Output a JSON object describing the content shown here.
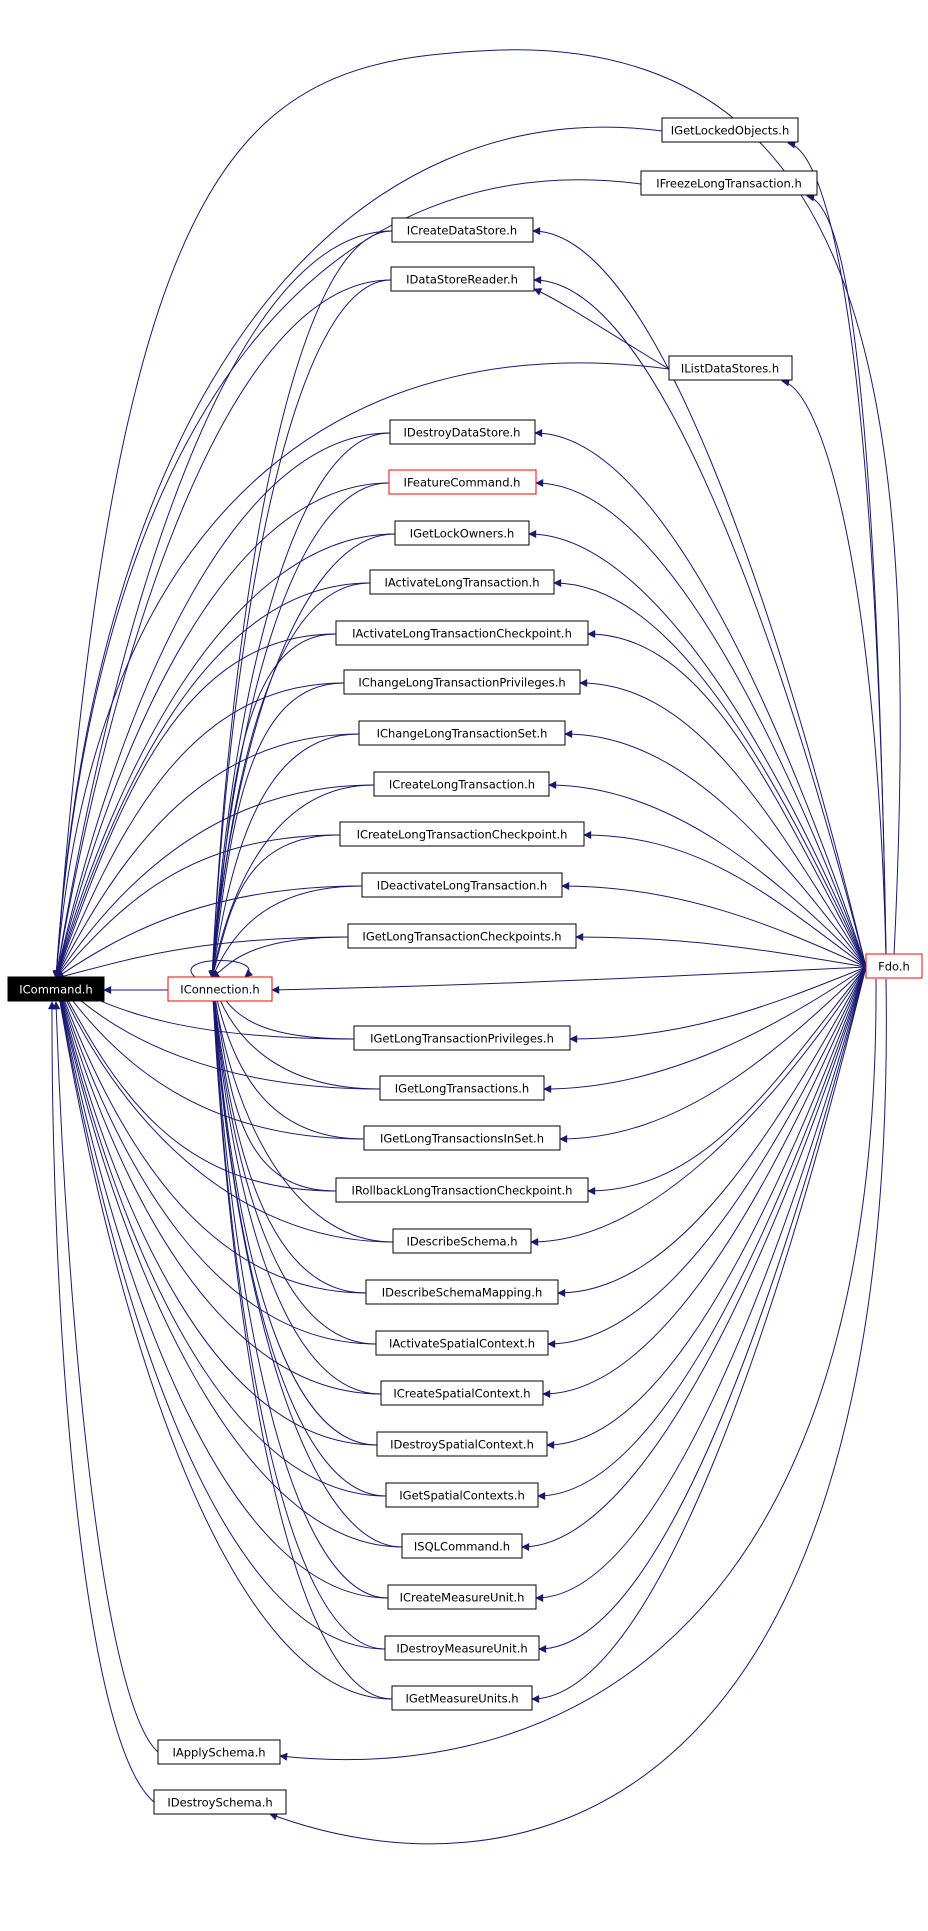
{
  "colors": {
    "edge": "#191970",
    "node_border": "#000000",
    "node_border_highlight": "#ff0000",
    "focus_fill": "#000000",
    "focus_text": "#ffffff"
  },
  "nodes": {
    "icommand": "ICommand.h",
    "iconnection": "IConnection.h",
    "fdo": "Fdo.h",
    "igetlockedobjects": "IGetLockedObjects.h",
    "ifreezelongtransaction": "IFreezeLongTransaction.h",
    "icreatedatastore": "ICreateDataStore.h",
    "idatastorereader": "IDataStoreReader.h",
    "ilistdatastores": "IListDataStores.h",
    "idestroydatastore": "IDestroyDataStore.h",
    "ifeaturecommand": "IFeatureCommand.h",
    "igetlockowners": "IGetLockOwners.h",
    "iactivatelongtransaction": "IActivateLongTransaction.h",
    "iactivatelongtransactioncheckpoint": "IActivateLongTransactionCheckpoint.h",
    "ichangelongtransactionprivileges": "IChangeLongTransactionPrivileges.h",
    "ichangelongtransactionset": "IChangeLongTransactionSet.h",
    "icreatelongtransaction": "ICreateLongTransaction.h",
    "icreatelongtransactioncheckpoint": "ICreateLongTransactionCheckpoint.h",
    "ideactivatelongtransaction": "IDeactivateLongTransaction.h",
    "igetlongtransactioncheckpoints": "IGetLongTransactionCheckpoints.h",
    "igetlongtransactionprivileges": "IGetLongTransactionPrivileges.h",
    "igetlongtransactions": "IGetLongTransactions.h",
    "igetlongtransactionsinset": "IGetLongTransactionsInSet.h",
    "irollbacklongtransactioncheckpoint": "IRollbackLongTransactionCheckpoint.h",
    "idescribeschema": "IDescribeSchema.h",
    "idescribeschemamapping": "IDescribeSchemaMapping.h",
    "iactivatespatialcontext": "IActivateSpatialContext.h",
    "icreatespatialcontext": "ICreateSpatialContext.h",
    "idestroyspatialcontext": "IDestroySpatialContext.h",
    "igetspatialcontexts": "IGetSpatialContexts.h",
    "isqlcommand": "ISQLCommand.h",
    "icreatemeasureunit": "ICreateMeasureUnit.h",
    "idestroymeasureunit": "IDestroyMeasureUnit.h",
    "igetmeasureunits": "IGetMeasureUnits.h",
    "iapplyschema": "IApplySchema.h",
    "idestroyschema": "IDestroySchema.h"
  }
}
